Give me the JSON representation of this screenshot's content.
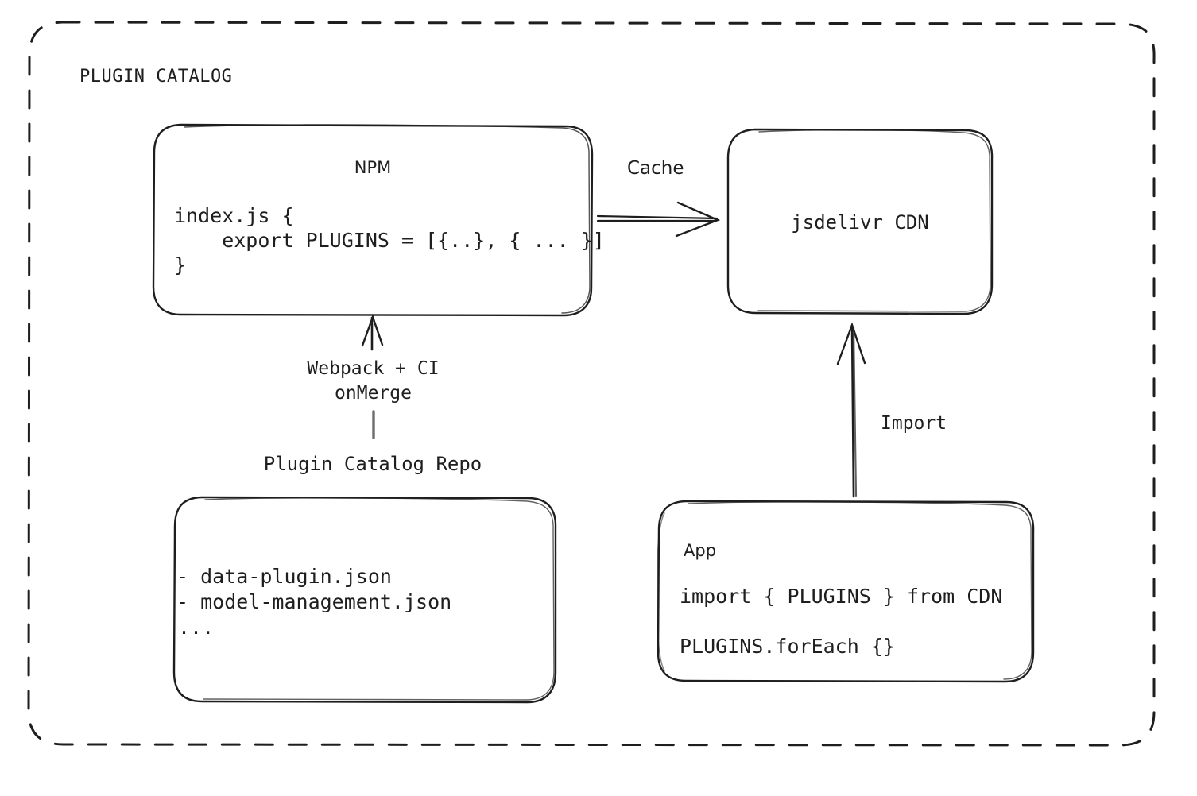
{
  "diagram": {
    "type": "architecture-flow",
    "group": {
      "title": "PLUGIN CATALOG",
      "border_style": "dashed",
      "color": "#1e1e1e"
    },
    "nodes": [
      {
        "id": "npm",
        "title": "NPM",
        "title_font": "sans",
        "code": [
          "index.js {",
          "    export PLUGINS = [{..}, { ... }]",
          "}"
        ]
      },
      {
        "id": "cdn",
        "label": "jsdelivr CDN",
        "label_font": "mono"
      },
      {
        "id": "repo",
        "caption": "Plugin Catalog Repo",
        "lines": [
          "- data-plugin.json",
          "- model-management.json",
          "..."
        ]
      },
      {
        "id": "app",
        "title": "App",
        "title_font": "sans",
        "code": [
          "import { PLUGINS } from CDN",
          "PLUGINS.forEach {}"
        ]
      }
    ],
    "edges": [
      {
        "id": "npm-to-cdn",
        "label": "Cache",
        "label_font": "sans",
        "from": "npm",
        "to": "cdn",
        "direction": "right"
      },
      {
        "id": "repo-to-npm",
        "label_line1": "Webpack + CI",
        "label_line2": "onMerge",
        "label_font": "mono",
        "from": "repo",
        "to": "npm",
        "direction": "up"
      },
      {
        "id": "app-to-cdn",
        "label": "Import",
        "label_font": "mono",
        "from": "app",
        "to": "cdn",
        "direction": "up"
      }
    ],
    "colors": {
      "stroke": "#1e1e1e",
      "background": "#ffffff"
    }
  }
}
